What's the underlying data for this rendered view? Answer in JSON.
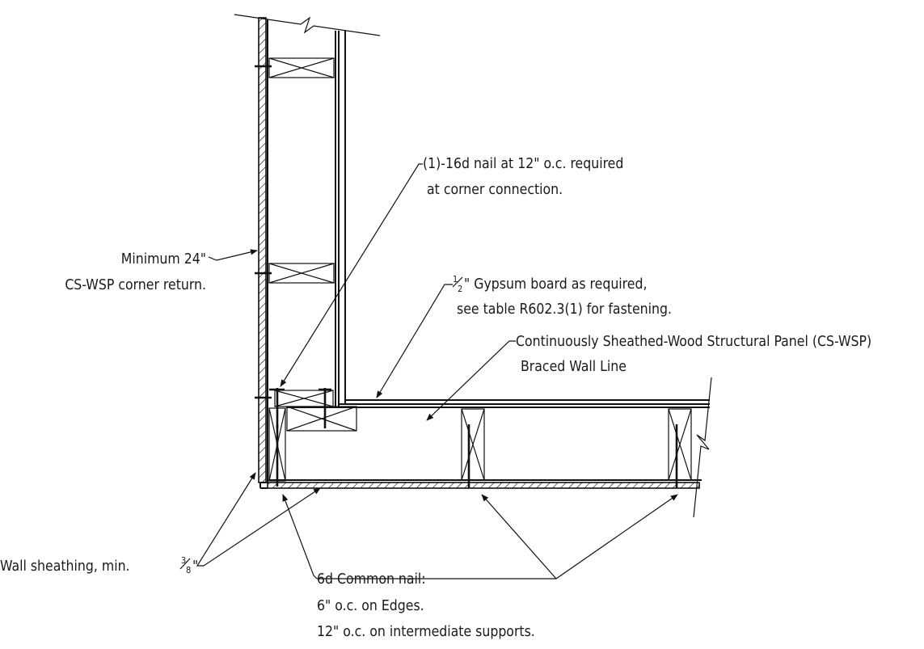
{
  "notes": {
    "nail_16d": {
      "line1": "(1)-16d nail at 12\" o.c. required",
      "line2": "at corner connection."
    },
    "corner_return": {
      "line1": "Minimum 24\"",
      "line2": "CS-WSP corner return."
    },
    "gypsum": {
      "frac_num": "1",
      "frac_den": "2",
      "line1_rest": "\" Gypsum board as required,",
      "line2": "see table R602.3(1) for fastening."
    },
    "cs_wsp": {
      "line1": "Continuously Sheathed-Wood Structural Panel (CS-WSP)",
      "line2": "Braced Wall Line"
    },
    "wall_sheathing": {
      "text": "Wall sheathing, min. ",
      "frac_num": "3",
      "frac_den": "8",
      "suffix": "\""
    },
    "nail_6d": {
      "line1": "6d Common nail:",
      "line2": "6\" o.c. on Edges.",
      "line3": "12\" o.c. on intermediate supports."
    }
  }
}
